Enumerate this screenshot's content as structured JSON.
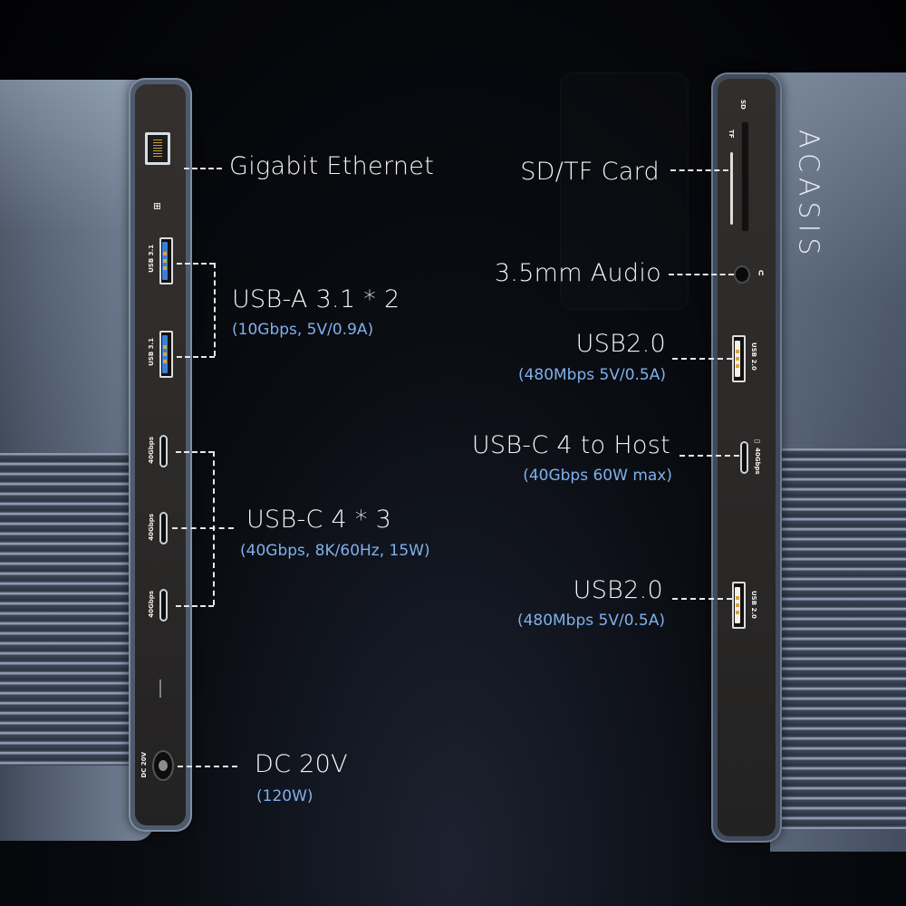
{
  "brand": {
    "logo_text": "ACASIS"
  },
  "colors": {
    "background": "#05060a",
    "title_text": "#f5f5f5",
    "spec_text": "#7fb0ec",
    "device_aluminum": "#5a6779",
    "port_face": "#2b2928",
    "usb3_blue": "#3b7fd6"
  },
  "left_side": {
    "callouts": [
      {
        "title": "Gigabit Ethernet",
        "spec": ""
      },
      {
        "title": "USB-A 3.1 * 2",
        "spec": "(10Gbps, 5V/0.9A)"
      },
      {
        "title": "USB-C 4 * 3",
        "spec": "(40Gbps, 8K/60Hz, 15W)"
      },
      {
        "title": "DC 20V",
        "spec": "(120W)"
      }
    ],
    "port_markings": {
      "ethernet_icon": "network-icon",
      "usb_a_1": "USB 3.1",
      "usb_a_2": "USB 3.1",
      "usb_c_1": "40Gbps",
      "usb_c_2": "40Gbps",
      "usb_c_3": "40Gbps",
      "dc": "DC 20V"
    }
  },
  "right_side": {
    "callouts": [
      {
        "title": "SD/TF Card",
        "spec": ""
      },
      {
        "title": "3.5mm Audio",
        "spec": ""
      },
      {
        "title": "USB2.0",
        "spec": "(480Mbps 5V/0.5A)"
      },
      {
        "title": "USB-C 4 to Host",
        "spec": "(40Gbps 60W max)"
      },
      {
        "title": "USB2.0",
        "spec": "(480Mbps 5V/0.5A)"
      }
    ],
    "port_markings": {
      "sd": "SD",
      "tf": "TF",
      "audio_icon": "headphone-icon",
      "usb2_1": "USB 2.0",
      "usb_c_host": "40Gbps",
      "usb_c_host_icon": "laptop-icon",
      "usb2_2": "USB 2.0"
    }
  }
}
